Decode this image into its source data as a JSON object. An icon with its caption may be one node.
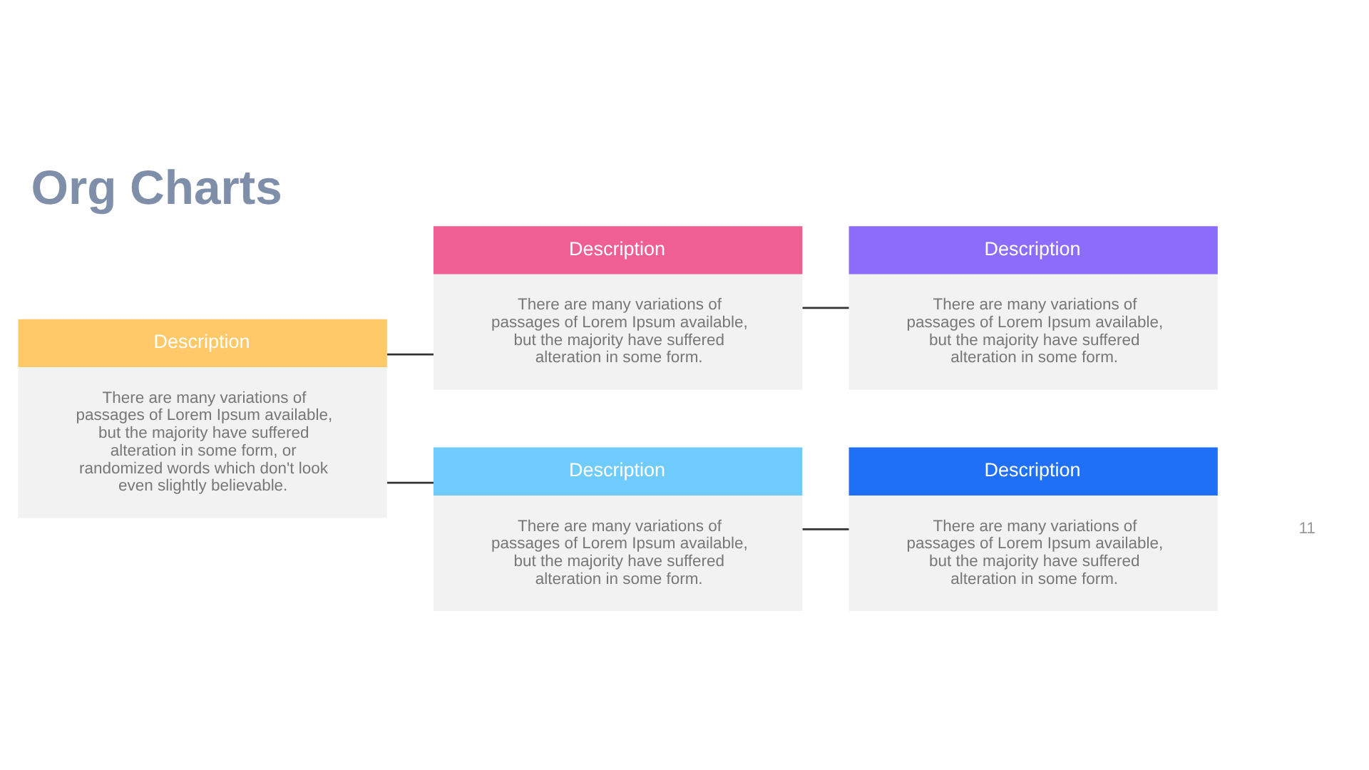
{
  "diagram": {
    "title": "Org Charts",
    "nodes": [
      {
        "text": [
          "Description",
          "There are many variations of passages of Lorem Ipsum available, but the majority have suffered alteration in some form, or randomized words which don't look even slightly believable."
        ]
      },
      {
        "text": [
          "Description",
          "There are many variations of passages of Lorem Ipsum available, but the majority have suffered alteration in some form."
        ]
      },
      {
        "text": [
          "Description",
          "There are many variations of passages of Lorem Ipsum available, but the majority have suffered alteration in some form."
        ]
      },
      {
        "text": [
          "Description",
          "There are many variations of passages of Lorem Ipsum available, but the majority have suffered alteration in some form."
        ]
      },
      {
        "text": [
          "Description",
          "There are many variations of passages of Lorem Ipsum available, but the majority have suffered alteration in some form."
        ]
      }
    ],
    "edges": [
      {
        "from": 0,
        "to": 1,
        "arrow": "none"
      },
      {
        "from": 0,
        "to": 3,
        "arrow": "none"
      },
      {
        "from": 1,
        "to": 2,
        "arrow": "none"
      },
      {
        "from": 3,
        "to": 4,
        "arrow": "none"
      }
    ],
    "labels": [
      "11"
    ]
  }
}
